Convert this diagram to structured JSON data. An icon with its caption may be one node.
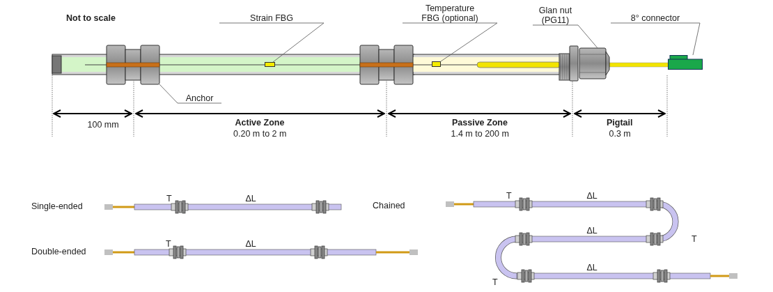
{
  "diagram": {
    "nodes": [
      {
        "text": [
          "Strain FBG"
        ]
      },
      {
        "text": [],
        "shape": "box"
      },
      {
        "text": [
          "Anchor"
        ]
      },
      {
        "text": [],
        "shape": "picture"
      },
      {
        "text": [
          "Temperature FBG (optional)"
        ]
      },
      {
        "text": [],
        "shape": "box"
      },
      {
        "text": [
          "Glan nut (PG11)"
        ]
      },
      {
        "text": [],
        "shape": "picture"
      },
      {
        "text": [
          "8° connector"
        ]
      },
      {
        "text": [],
        "shape": "box"
      },
      {
        "text": [],
        "shape": "picture"
      }
    ],
    "edges": [
      {
        "from": 0,
        "to": 1,
        "arrow": "none"
      },
      {
        "from": 2,
        "to": 3,
        "arrow": "none"
      },
      {
        "from": 4,
        "to": 5,
        "arrow": "none"
      },
      {
        "from": 6,
        "to": 10,
        "arrow": "none"
      },
      {
        "from": 8,
        "to": 9,
        "arrow": "none"
      }
    ],
    "labels": [
      "Not to scale",
      "100 mm",
      "Active Zone",
      "0.20 m to 2 m",
      "Passive Zone",
      "1.4 m to 200 m",
      "Pigtail",
      "0.3 m",
      "Single-ended",
      "T",
      "ΔL",
      "Double-ended",
      "T",
      "ΔL",
      "Chained",
      "T",
      "ΔL",
      "ΔL",
      "T",
      "T",
      "ΔL"
    ]
  }
}
